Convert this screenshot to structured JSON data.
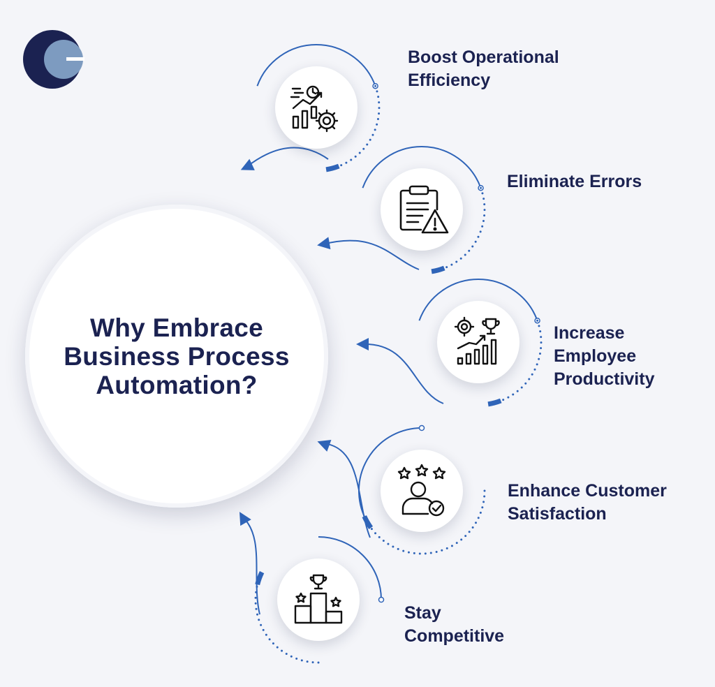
{
  "colors": {
    "background": "#f4f5f9",
    "navy": "#1b2251",
    "accent_blue": "#2f64b8",
    "logo_light": "#7d9bc0"
  },
  "logo": {
    "icon": "company-logo-icon"
  },
  "center": {
    "title": "Why Embrace Business Process Automation?"
  },
  "benefits": [
    {
      "label": "Boost Operational Efficiency",
      "icon": "efficiency-chart-gear-icon"
    },
    {
      "label": "Eliminate Errors",
      "icon": "clipboard-warning-icon"
    },
    {
      "label": "Increase Employee Productivity",
      "icon": "productivity-growth-trophy-icon"
    },
    {
      "label": "Enhance Customer Satisfaction",
      "icon": "customer-rating-stars-icon"
    },
    {
      "label": "Stay Competitive",
      "icon": "podium-trophy-icon"
    }
  ]
}
